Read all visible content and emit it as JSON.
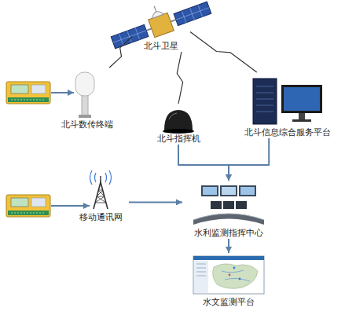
{
  "diagram": {
    "nodes": [
      {
        "text": [
          "北斗卫星"
        ]
      },
      {
        "text": [
          "北斗数传终端"
        ]
      },
      {
        "text": [
          "北斗指挥机"
        ]
      },
      {
        "text": [
          "北斗信息综合服务平台"
        ]
      },
      {
        "text": [
          "移动通讯网"
        ]
      },
      {
        "text": [
          "水利监测指挥中心"
        ]
      },
      {
        "text": [
          "水文监测平台"
        ]
      }
    ],
    "edges": [
      {
        "from": 1,
        "to": 0,
        "arrow": "none"
      },
      {
        "from": 0,
        "to": 2,
        "arrow": "none"
      },
      {
        "from": 0,
        "to": 3,
        "arrow": "none"
      },
      {
        "from": 2,
        "to": 5,
        "arrow": "to"
      },
      {
        "from": 3,
        "to": 5,
        "arrow": "to"
      },
      {
        "from": 4,
        "to": 5,
        "arrow": "to"
      },
      {
        "from": 5,
        "to": 6,
        "arrow": "to"
      }
    ]
  }
}
